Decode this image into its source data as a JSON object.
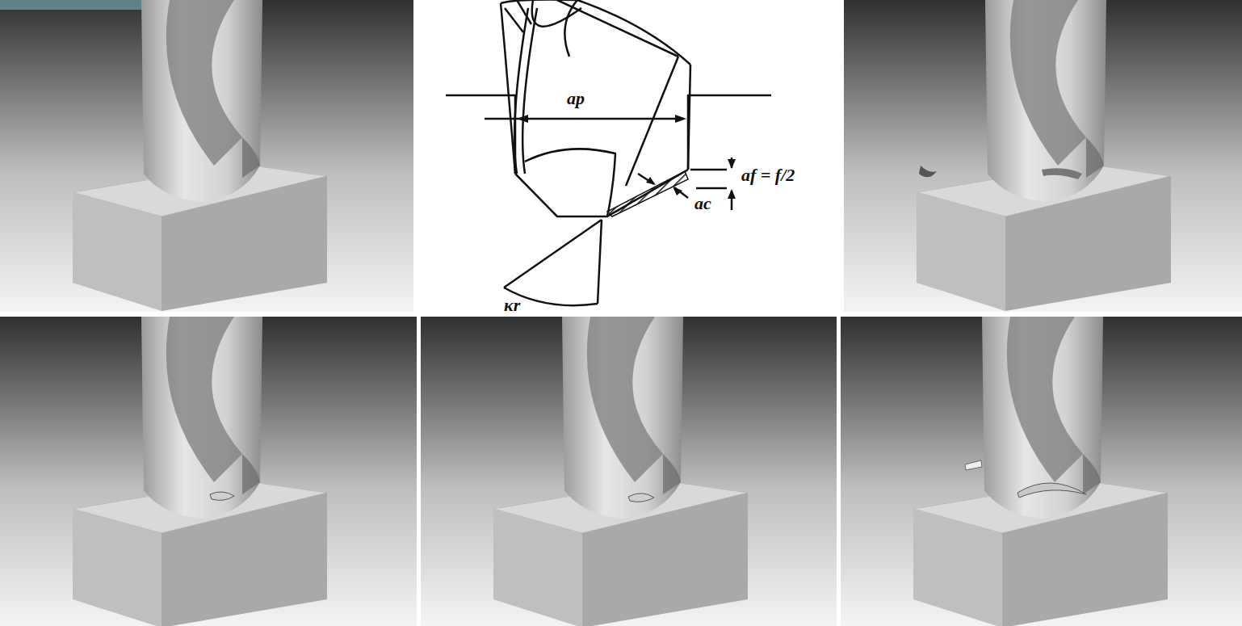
{
  "diagram": {
    "labels": [
      "ap",
      "af = f/2",
      "ac",
      "κr"
    ]
  }
}
